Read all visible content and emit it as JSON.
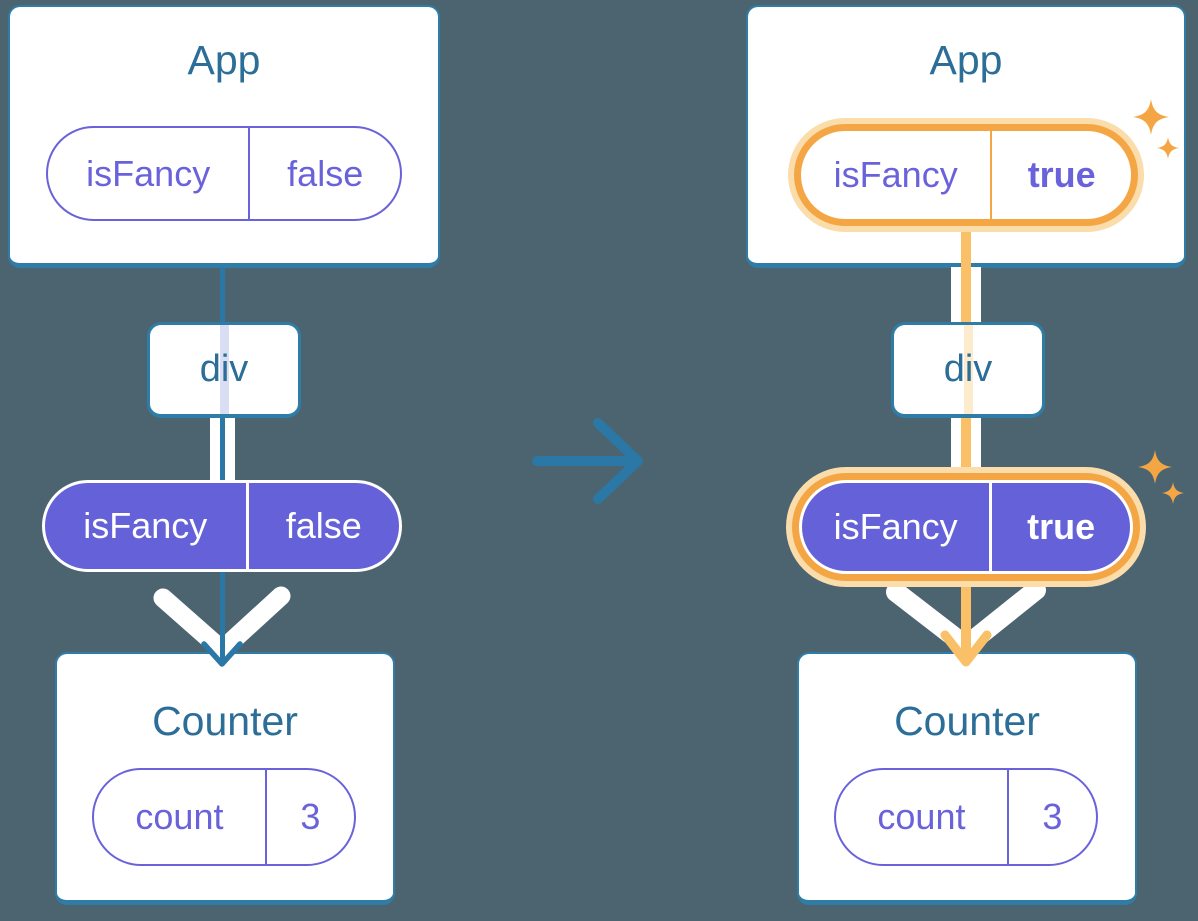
{
  "colors": {
    "background": "#4C646F",
    "card_fill": "#FFFFFF",
    "card_border": "#2F7DA7",
    "node_text": "#2C6E98",
    "tree_line": "#2B77A6",
    "purple_outline": "#6A62DB",
    "purple_fill": "#6561D8",
    "orange": "#F5A644",
    "orange_line": "#FAC068",
    "orange_glow": "#FBDCAB",
    "orange_faint_line": "#FDEBCD",
    "lavender_faint_line": "#D9DEF2"
  },
  "before": {
    "app": {
      "title": "App",
      "state_pill": {
        "key": "isFancy",
        "value": "false"
      }
    },
    "div_node": {
      "label": "div"
    },
    "prop_pill": {
      "key": "isFancy",
      "value": "false"
    },
    "counter": {
      "title": "Counter",
      "state_pill": {
        "key": "count",
        "value": "3"
      }
    }
  },
  "after": {
    "app": {
      "title": "App",
      "state_pill": {
        "key": "isFancy",
        "value": "true"
      }
    },
    "div_node": {
      "label": "div"
    },
    "prop_pill": {
      "key": "isFancy",
      "value": "true"
    },
    "counter": {
      "title": "Counter",
      "state_pill": {
        "key": "count",
        "value": "3"
      }
    }
  },
  "icons": {
    "transition_arrow": "right-arrow-icon",
    "sparkle": "sparkle-icon",
    "flow_arrowhead": "down-arrowhead-icon"
  }
}
